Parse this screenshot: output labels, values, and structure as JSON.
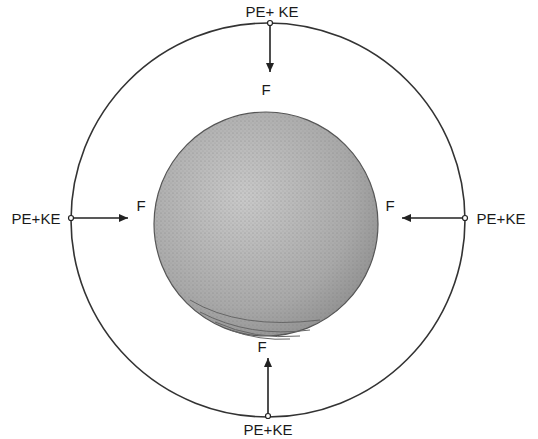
{
  "diagram": {
    "labels": [
      "PE+ KE",
      "F",
      "PE+KE",
      "F",
      "F",
      "PE+KE",
      "F",
      "PE+KE"
    ]
  }
}
